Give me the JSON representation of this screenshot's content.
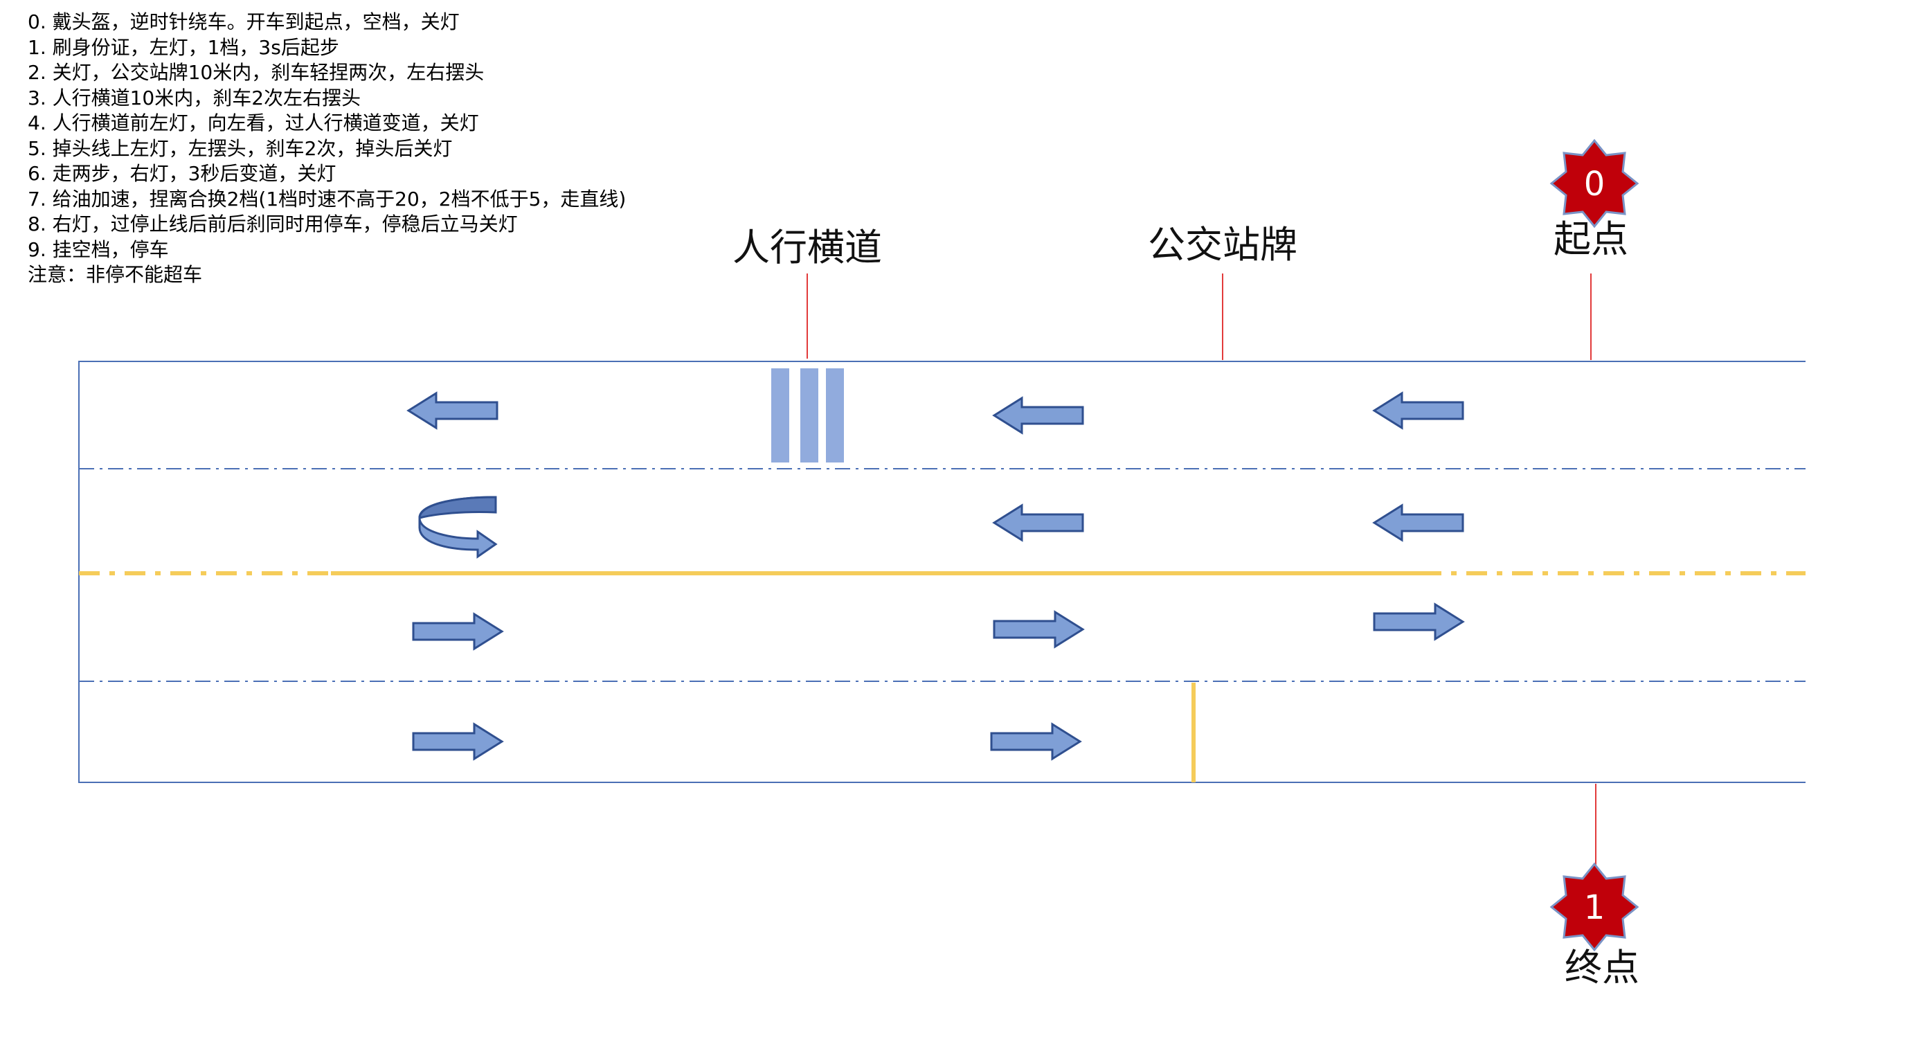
{
  "instructions": [
    "0. 戴头盔，逆时针绕车。开车到起点，空档，关灯",
    "1. 刷身份证，左灯，1档，3s后起步",
    "2. 关灯，公交站牌10米内，刹车轻捏两次，左右摆头",
    "3. 人行横道10米内，刹车2次左右摆头",
    "4. 人行横道前左灯，向左看，过人行横道变道，关灯",
    "5. 掉头线上左灯，左摆头，刹车2次，掉头后关灯",
    "6. 走两步，右灯，3秒后变道，关灯",
    "7. 给油加速，捏离合换2档(1档时速不高于20，2档不低于5，走直线)",
    "8. 右灯，过停止线后前后刹同时用停车，停稳后立马关灯",
    "9. 挂空档，停车",
    "注意：非停不能超车"
  ],
  "labels": {
    "crosswalk": "人行横道",
    "bus_stop": "公交站牌",
    "start": "起点",
    "end": "终点"
  },
  "badges": {
    "start": "0",
    "end": "1"
  },
  "colors": {
    "road_border": "#4a6fb5",
    "lane_divider": "#4a6fb5",
    "center_line": "#f5cc5a",
    "arrow_fill": "#7f9fd6",
    "arrow_stroke": "#2f4f8f",
    "crosswalk": "#91abdd",
    "marker_line": "#e23b3b",
    "badge_fill": "#c0000a",
    "badge_stroke": "#7a93c6",
    "u_turn_top": "#5a7ab8"
  }
}
